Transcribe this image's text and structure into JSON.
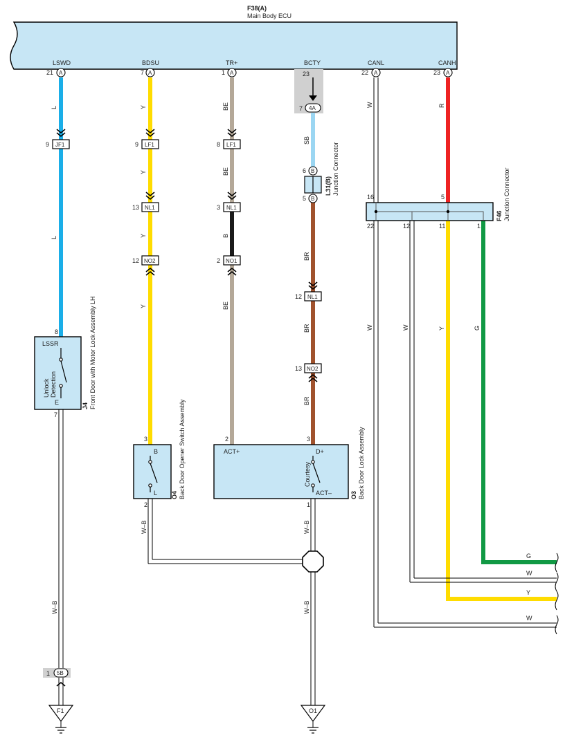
{
  "ecu": {
    "code": "F38(A)",
    "name": "Main Body ECU",
    "terminals": [
      {
        "name": "LSWD",
        "pin": "21",
        "conn": "A"
      },
      {
        "name": "BDSU",
        "pin": "7",
        "conn": "A"
      },
      {
        "name": "TR+",
        "pin": "1",
        "conn": "A"
      },
      {
        "name": "BCTY",
        "pin": "23",
        "conn": ""
      },
      {
        "name": "CANL",
        "pin": "22",
        "conn": "A"
      },
      {
        "name": "CANH",
        "pin": "23",
        "conn": "A"
      }
    ]
  },
  "wire_colors": {
    "L": "#1aaee8",
    "Y": "#ffdc00",
    "BE": "#b4a898",
    "B": "#1a1a1a",
    "SB": "#9bd6f2",
    "BR": "#a0522d",
    "R": "#ee2222",
    "G": "#119944",
    "W": "#ffffff"
  },
  "wire_labels": {
    "l1": "L",
    "l2": "L",
    "y1": "Y",
    "y2": "Y",
    "y3": "Y",
    "y4": "Y",
    "be1": "BE",
    "be2": "BE",
    "be3": "BE",
    "b1": "B",
    "sb1": "SB",
    "br1": "BR",
    "br2": "BR",
    "br3": "BR",
    "r1": "R",
    "w_canl1": "W",
    "w_canl2": "W",
    "w_f46_12": "W",
    "y_f46_11": "Y",
    "g_f46_1": "G",
    "wb1": "W–B",
    "wb2": "W–B",
    "wb3": "W–B",
    "wb4": "W–B"
  },
  "inline_connectors": {
    "jf1": {
      "code": "JF1",
      "pin": "9"
    },
    "lf1a": {
      "code": "LF1",
      "pin": "9"
    },
    "lf1b": {
      "code": "LF1",
      "pin": "8"
    },
    "nl1a": {
      "code": "NL1",
      "pin": "13"
    },
    "nl1b": {
      "code": "NL1",
      "pin": "3"
    },
    "nl1c": {
      "code": "NL1",
      "pin": "12"
    },
    "no2a": {
      "code": "NO2",
      "pin": "12"
    },
    "no1": {
      "code": "NO1",
      "pin": "2"
    },
    "no2b": {
      "code": "NO2",
      "pin": "13"
    },
    "c4a": {
      "code": "4A",
      "pin": "7"
    },
    "c5b": {
      "code": "5B",
      "pin": "1"
    }
  },
  "l31": {
    "code": "L31(B)",
    "name": "Junction Connector",
    "conn": "B",
    "pin_top": "6",
    "pin_bottom": "5"
  },
  "f46": {
    "code": "F46",
    "name": "Junction Connector",
    "pins": {
      "p16": "16",
      "p5": "5",
      "p22": "22",
      "p12": "12",
      "p11": "11",
      "p1": "1"
    }
  },
  "j4": {
    "code": "J4",
    "name": "Front Door with Motor Lock Assembly LH",
    "terminal_top": "LSSR",
    "terminal_bottom": "E",
    "pin_top": "8",
    "pin_bottom": "7",
    "switch_label_1": "Unlock",
    "switch_label_2": "Detection"
  },
  "o4": {
    "code": "O4",
    "name": "Back Door Opener Switch Assembly",
    "terminal_top": "B",
    "terminal_bottom": "L",
    "pin_top": "3",
    "pin_bottom": "2"
  },
  "o3": {
    "code": "O3",
    "name": "Back Door Lock Assembly",
    "terminal_act_plus": "ACT+",
    "terminal_d_plus": "D+",
    "terminal_act_minus": "ACT–",
    "pin_act_plus": "2",
    "pin_d_plus": "3",
    "pin_act_minus": "1",
    "switch_label": "Courtesy"
  },
  "grounds": {
    "f1": "F1",
    "o1": "O1"
  },
  "outgoing": [
    {
      "label": "G",
      "color": "#119944"
    },
    {
      "label": "W",
      "color": "#ffffff"
    },
    {
      "label": "Y",
      "color": "#ffdc00"
    },
    {
      "label": "W",
      "color": "#ffffff"
    }
  ]
}
